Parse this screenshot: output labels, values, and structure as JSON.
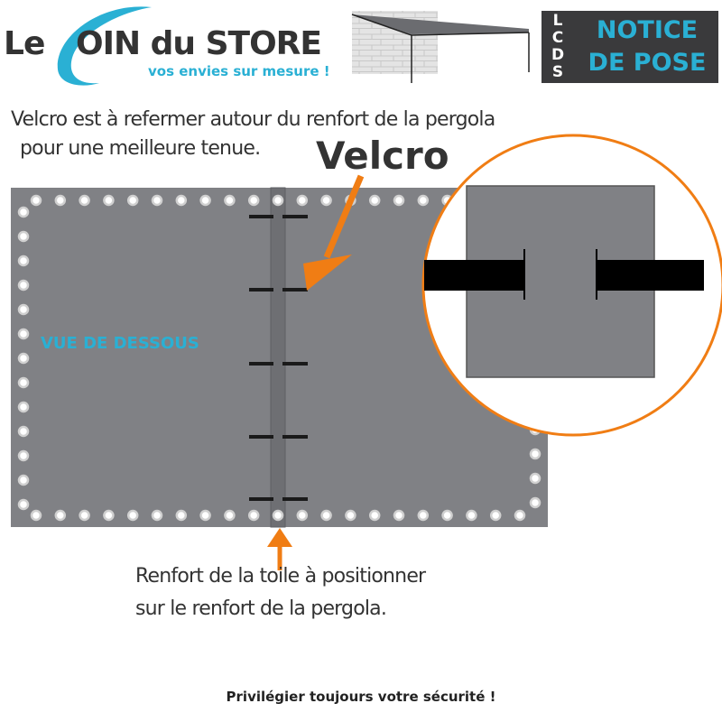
{
  "header": {
    "logo_le": "Le",
    "logo_rest": "OIN du STORE",
    "logo_tagline": "vos envies sur mesure !",
    "badge_letters": "LCDS",
    "badge_title_1": "NOTICE",
    "badge_title_2": "DE POSE"
  },
  "instructions": {
    "line1": "Velcro est à refermer autour du renfort de la pergola",
    "line2": "pour une meilleure tenue.",
    "velcro_label": "Velcro",
    "view_label": "VUE DE DESSOUS",
    "renfort_line1": "Renfort de la toile à positionner",
    "renfort_line2": "sur le renfort de la pergola.",
    "safety": "Privilégier toujours votre sécurité !"
  },
  "colors": {
    "accent": "#2ab0d4",
    "arrow": "#f07d14",
    "canvas": "#808185"
  }
}
